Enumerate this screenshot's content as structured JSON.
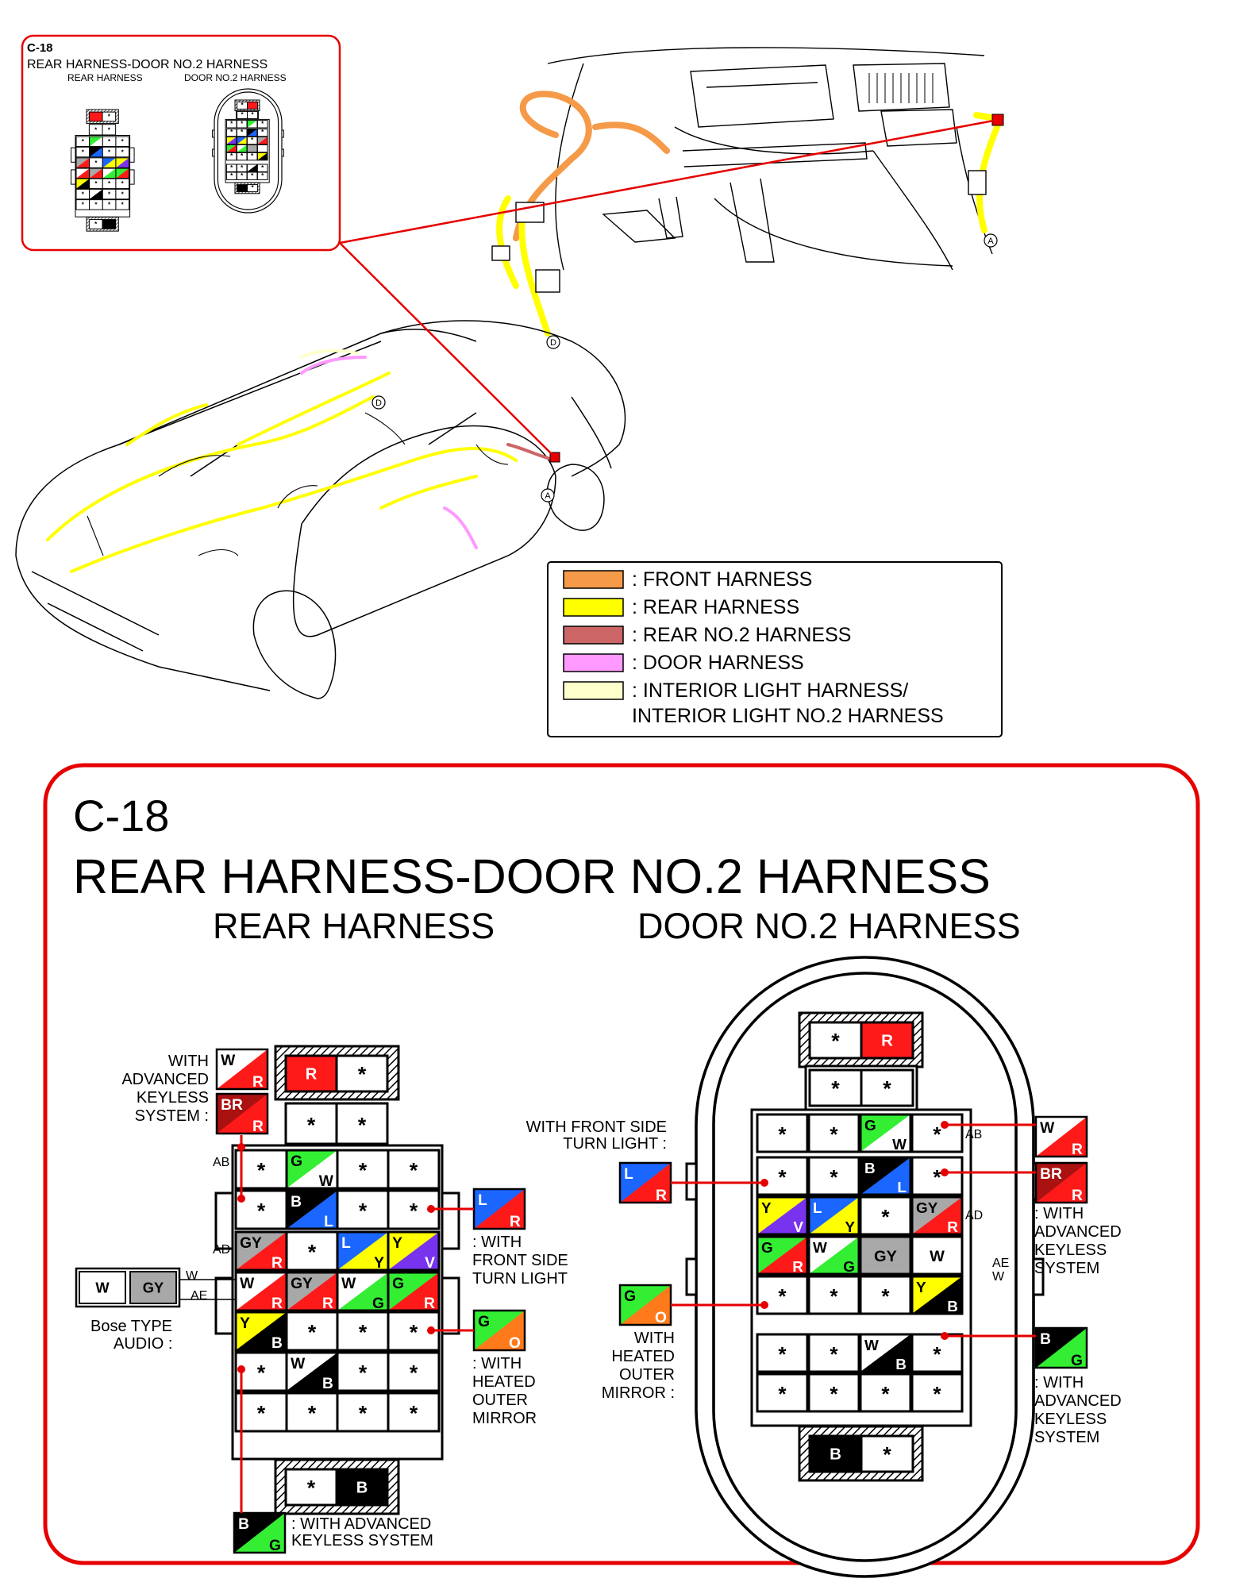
{
  "colors": {
    "FRONT": "#f59a48",
    "REAR": "#ffff00",
    "REAR2": "#cc6666",
    "DOOR": "#ff99ff",
    "INT": "#ffffcc",
    "R": "#ff1a1a",
    "BR": "#aa1111",
    "G": "#33ee33",
    "L": "#1a66ff",
    "Y": "#ffff00",
    "V": "#7733ee",
    "GY": "#a8a8a8",
    "B": "#000000",
    "W": "#ffffff",
    "O": "#ff7a1a",
    "callout": "#e60000"
  },
  "overview": {
    "inset": {
      "code": "C-18",
      "title": "REAR HARNESS-DOOR NO.2 HARNESS",
      "left_label": "REAR HARNESS",
      "right_label": "DOOR NO.2 HARNESS"
    },
    "markers": {
      "a": "A",
      "d": "D"
    },
    "legend": [
      {
        "color": "FRONT",
        "text": ": FRONT HARNESS"
      },
      {
        "color": "REAR",
        "text": ": REAR HARNESS"
      },
      {
        "color": "REAR2",
        "text": ": REAR NO.2 HARNESS"
      },
      {
        "color": "DOOR",
        "text": ": DOOR HARNESS"
      },
      {
        "color": "INT",
        "text": ": INTERIOR LIGHT HARNESS/"
      },
      {
        "color": null,
        "text": "INTERIOR LIGHT NO.2 HARNESS"
      }
    ]
  },
  "detail": {
    "code": "C-18",
    "title": "REAR HARNESS-DOOR NO.2 HARNESS",
    "left_label": "REAR HARNESS",
    "right_label": "DOOR NO.2 HARNESS",
    "rear": {
      "rows": [
        [
          "R",
          "*"
        ],
        [
          "*",
          "*"
        ],
        [
          "*",
          "G/W",
          "*",
          "*"
        ],
        [
          "*",
          "B/L",
          "*",
          "*"
        ],
        [
          "GY/R",
          "*",
          "L/Y",
          "Y/V"
        ],
        [
          "W/R",
          "GY/R",
          "W/G",
          "G/R"
        ],
        [
          "Y/B",
          "*",
          "*",
          "*"
        ],
        [
          "*",
          "W/B",
          "*",
          "*"
        ],
        [
          "*",
          "*",
          "*",
          "*"
        ],
        [
          "*",
          "B"
        ]
      ],
      "side_labels": {
        "ab": "AB",
        "ad": "AD",
        "ae": "AE",
        "w": "W"
      },
      "bose": {
        "wires": [
          "W",
          "GY"
        ],
        "label_1": "Bose TYPE",
        "label_2": "AUDIO :"
      },
      "opt_keyless_top": {
        "wires": [
          "W/R",
          "BR/R"
        ],
        "label": [
          "WITH",
          "ADVANCED",
          "KEYLESS",
          "SYSTEM :"
        ]
      },
      "opt_turn": {
        "wire": "L/R",
        "label": [
          ": WITH",
          "FRONT SIDE",
          "TURN LIGHT"
        ]
      },
      "opt_mirror": {
        "wire": "G/O",
        "label": [
          ": WITH",
          "HEATED",
          "OUTER",
          "MIRROR"
        ]
      },
      "opt_keyless_bottom": {
        "wire": "B/G",
        "label_1": ": WITH ADVANCED",
        "label_2": "KEYLESS SYSTEM"
      }
    },
    "door": {
      "rows": [
        [
          "*",
          "R"
        ],
        [
          "*",
          "*"
        ],
        [
          "*",
          "*",
          "G/W",
          "*"
        ],
        [
          "*",
          "*",
          "B/L",
          "*"
        ],
        [
          "Y/V",
          "L/Y",
          "*",
          "GY/R"
        ],
        [
          "G/R",
          "W/G",
          "GY",
          "W"
        ],
        [
          "*",
          "*",
          "*",
          "Y/B"
        ],
        [
          "*",
          "*",
          "W/B",
          "*"
        ],
        [
          "*",
          "*",
          "*",
          "*"
        ],
        [
          "B",
          "*"
        ]
      ],
      "side_labels": {
        "ab": "AB",
        "ad": "AD",
        "ae": "AE",
        "w": "W"
      },
      "opt_turn": {
        "wire": "L/R",
        "label": [
          "WITH FRONT SIDE",
          "TURN LIGHT :"
        ]
      },
      "opt_mirror": {
        "wire": "G/O",
        "label": [
          "WITH",
          "HEATED",
          "OUTER",
          "MIRROR :"
        ]
      },
      "opt_keyless_top": {
        "wires": [
          "W/R",
          "BR/R"
        ],
        "label": [
          ": WITH",
          "ADVANCED",
          "KEYLESS",
          "SYSTEM"
        ]
      },
      "opt_keyless_bottom": {
        "wire": "B/G",
        "label": [
          ": WITH",
          "ADVANCED",
          "KEYLESS",
          "SYSTEM"
        ]
      }
    }
  }
}
